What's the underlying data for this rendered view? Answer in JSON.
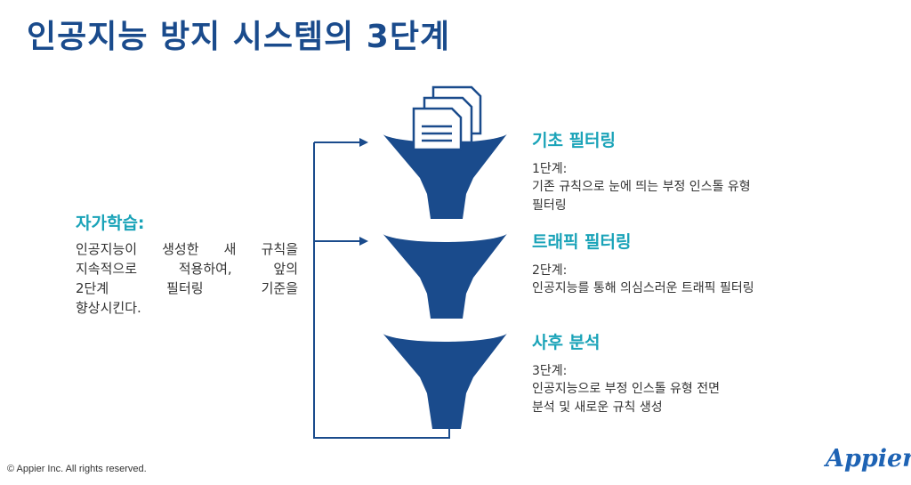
{
  "title": "인공지능 방지 시스템의 3단계",
  "left_note": {
    "heading": "자가학습:",
    "lines": [
      "인공지능이 생성한 새 규칙을",
      "지속적으로 적용하여, 앞의",
      "2단계 필터링 기준을",
      "향상시킨다."
    ]
  },
  "stages": [
    {
      "title": "기초 필터링",
      "step": "1단계:",
      "desc": [
        "기존 규칙으로 눈에 띄는 부정 인스톨 유형",
        "필터링"
      ]
    },
    {
      "title": "트래픽 필터링",
      "step": "2단계:",
      "desc": [
        "인공지능를 통해 의심스러운 트래픽 필터링"
      ]
    },
    {
      "title": "사후 분석",
      "step": "3단계:",
      "desc": [
        "인공지능으로 부정 인스톨 유형 전면",
        "분석 및 새로운 규칙 생성"
      ]
    }
  ],
  "footer": {
    "copyright": "© Appier Inc. All rights reserved.",
    "logo": "Appier"
  },
  "colors": {
    "funnel": "#1a4b8c",
    "accent": "#1aa3b8",
    "title": "#1a4b8c"
  },
  "icons": [
    "document-stack-icon",
    "funnel-icon"
  ]
}
